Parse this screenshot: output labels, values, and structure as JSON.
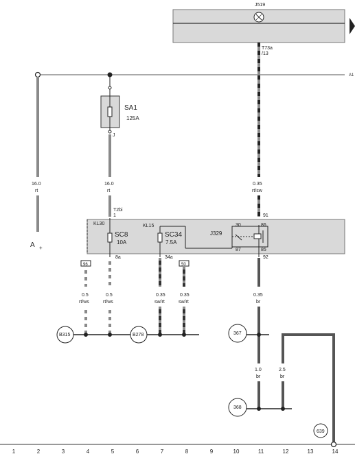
{
  "components": {
    "j519": "J519",
    "sa1_name": "SA1",
    "sa1_rating": "125A",
    "sa1_pin": "J",
    "sc8_name": "SC8",
    "sc8_rating": "10A",
    "sc34_name": "SC34",
    "sc34_rating": "7.5A",
    "j329": "J329",
    "battery_label": "A",
    "battery_polarity": "+"
  },
  "connectors": {
    "t73a": "T73a",
    "t73a_pin": "/13",
    "t2bi": "T2bi",
    "t2bi_pin": "1",
    "a1": "A1",
    "kl30": "KL30",
    "kl15": "KL15",
    "pin8a": "8a",
    "pin34a": "34a",
    "relay_30": "30",
    "relay_86": "86",
    "relay_85": "85",
    "relay_87": "87",
    "pin91": "91",
    "pin92": "92",
    "ref96": "96",
    "ref50": "50"
  },
  "wires": {
    "w_a_size": "16.0",
    "w_a_color": "rt",
    "w_sa_size": "16.0",
    "w_sa_color": "rt",
    "w_j519_size": "0.35",
    "w_j519_color": "rt/sw",
    "w4_size": "0.5",
    "w4_color": "rt/ws",
    "w5_size": "0.5",
    "w5_color": "rt/ws",
    "w7_size": "0.35",
    "w7_color": "sw/rt",
    "w8_size": "0.35",
    "w8_color": "sw/rt",
    "w11_size": "0.35",
    "w11_color": "br",
    "w11b_size": "1.0",
    "w11b_color": "br",
    "w12_size": "2.5",
    "w12_color": "br"
  },
  "grounds": {
    "b315": "B315",
    "b278": "B278",
    "g367": "367",
    "g368": "368",
    "g639": "639"
  },
  "columns": [
    "1",
    "2",
    "3",
    "4",
    "5",
    "6",
    "7",
    "8",
    "9",
    "10",
    "11",
    "12",
    "13",
    "14"
  ]
}
